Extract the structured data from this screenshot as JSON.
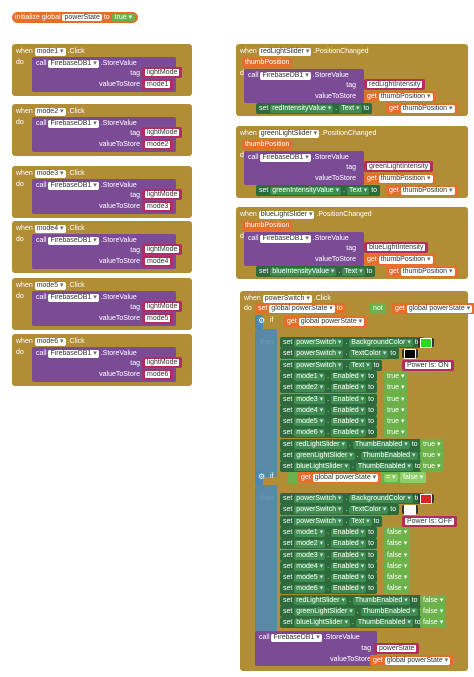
{
  "init": {
    "label": "initialize global",
    "name": "powerState",
    "to": "to",
    "value": "true"
  },
  "kw": {
    "when": "when",
    "do": "do",
    "call": "call",
    "tag": "tag",
    "valueToStore": "valueToStore",
    "get": "get",
    "set": "set",
    "to": "to",
    "if": "if",
    "then": "then",
    "not": "not",
    "eq": "=",
    "global": "global",
    "thumbPosition": "thumbPosition"
  },
  "modes": [
    {
      "button": "mode1",
      "event": ".Click",
      "db": "FirebaseDB1",
      "method": ".StoreValue",
      "tag": "lightMode",
      "value": "mode1"
    },
    {
      "button": "mode2",
      "event": ".Click",
      "db": "FirebaseDB1",
      "method": ".StoreValue",
      "tag": "lightMode",
      "value": "mode2"
    },
    {
      "button": "mode3",
      "event": ".Click",
      "db": "FirebaseDB1",
      "method": ".StoreValue",
      "tag": "lightMode",
      "value": "mode3"
    },
    {
      "button": "mode4",
      "event": ".Click",
      "db": "FirebaseDB1",
      "method": ".StoreValue",
      "tag": "lightMode",
      "value": "mode4"
    },
    {
      "button": "mode5",
      "event": ".Click",
      "db": "FirebaseDB1",
      "method": ".StoreValue",
      "tag": "lightMode",
      "value": "mode5"
    },
    {
      "button": "mode6",
      "event": ".Click",
      "db": "FirebaseDB1",
      "method": ".StoreValue",
      "tag": "lightMode",
      "value": "mode6"
    }
  ],
  "sliders": [
    {
      "slider": "redLightSlider",
      "event": ".PositionChanged",
      "param": "thumbPosition",
      "db": "FirebaseDB1",
      "method": ".StoreValue",
      "tag": "redLightIntensity",
      "getv": "thumbPosition",
      "label": "redIntensityValue",
      "prop": "Text",
      "getv2": "thumbPosition"
    },
    {
      "slider": "greenLightSlider",
      "event": ".PositionChanged",
      "param": "thumbPosition",
      "db": "FirebaseDB1",
      "method": ".StoreValue",
      "tag": "greenLightIntensity",
      "getv": "thumbPosition",
      "label": "greenIntensityValue",
      "prop": "Text",
      "getv2": "thumbPosition"
    },
    {
      "slider": "blueLightSlider",
      "event": ".PositionChanged",
      "param": "thumbPosition",
      "db": "FirebaseDB1",
      "method": ".StoreValue",
      "tag": "blueLightIntensity",
      "getv": "thumbPosition",
      "label": "blueIntensityValue",
      "prop": "Text",
      "getv2": "thumbPosition"
    }
  ],
  "power": {
    "button": "powerSwitch",
    "event": ".Click",
    "setvar": "global powerState",
    "getvar": "global powerState",
    "falseval": "false",
    "then1": [
      {
        "comp": "powerSwitch",
        "prop": "BackgroundColor",
        "val": "",
        "color": "#22dd22"
      },
      {
        "comp": "powerSwitch",
        "prop": "TextColor",
        "val": "",
        "color": "#000000"
      },
      {
        "comp": "powerSwitch",
        "prop": "Text",
        "val": "Power Is: ON",
        "type": "str"
      },
      {
        "comp": "mode1",
        "prop": "Enabled",
        "val": "true"
      },
      {
        "comp": "mode2",
        "prop": "Enabled",
        "val": "true"
      },
      {
        "comp": "mode3",
        "prop": "Enabled",
        "val": "true"
      },
      {
        "comp": "mode4",
        "prop": "Enabled",
        "val": "true"
      },
      {
        "comp": "mode5",
        "prop": "Enabled",
        "val": "true"
      },
      {
        "comp": "mode6",
        "prop": "Enabled",
        "val": "true"
      },
      {
        "comp": "redLightSlider",
        "prop": "ThumbEnabled",
        "val": "true"
      },
      {
        "comp": "greenLightSlider",
        "prop": "ThumbEnabled",
        "val": "true"
      },
      {
        "comp": "blueLightSlider",
        "prop": "ThumbEnabled",
        "val": "true"
      }
    ],
    "then2": [
      {
        "comp": "powerSwitch",
        "prop": "BackgroundColor",
        "val": "",
        "color": "#dd2222"
      },
      {
        "comp": "powerSwitch",
        "prop": "TextColor",
        "val": "",
        "color": "#ffffff"
      },
      {
        "comp": "powerSwitch",
        "prop": "Text",
        "val": "Power Is: OFF",
        "type": "str"
      },
      {
        "comp": "mode1",
        "prop": "Enabled",
        "val": "false"
      },
      {
        "comp": "mode2",
        "prop": "Enabled",
        "val": "false"
      },
      {
        "comp": "mode3",
        "prop": "Enabled",
        "val": "false"
      },
      {
        "comp": "mode4",
        "prop": "Enabled",
        "val": "false"
      },
      {
        "comp": "mode5",
        "prop": "Enabled",
        "val": "false"
      },
      {
        "comp": "mode6",
        "prop": "Enabled",
        "val": "false"
      },
      {
        "comp": "redLightSlider",
        "prop": "ThumbEnabled",
        "val": "false"
      },
      {
        "comp": "greenLightSlider",
        "prop": "ThumbEnabled",
        "val": "false"
      },
      {
        "comp": "blueLightSlider",
        "prop": "ThumbEnabled",
        "val": "false"
      }
    ],
    "store": {
      "db": "FirebaseDB1",
      "method": ".StoreValue",
      "tag": "powerState",
      "getvar": "global powerState"
    }
  }
}
